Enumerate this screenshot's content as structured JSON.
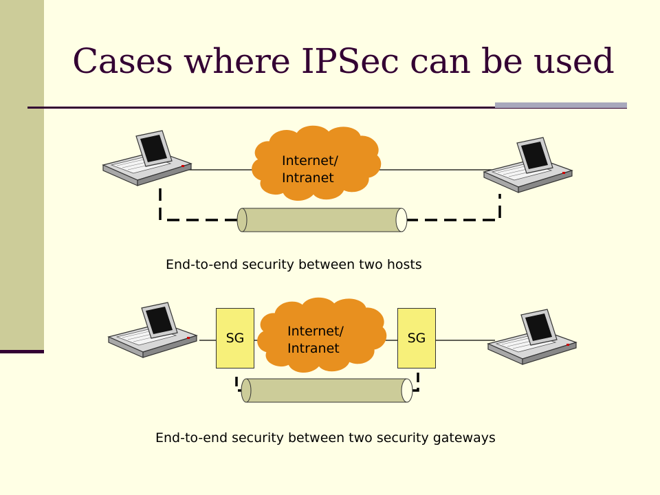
{
  "slide": {
    "title": "Cases where IPSec can be used"
  },
  "scenario_hosts": {
    "network_label_line1": "Internet/",
    "network_label_line2": "Intranet",
    "caption": "End-to-end security between two hosts"
  },
  "scenario_gateways": {
    "network_label_line1": "Internet/",
    "network_label_line2": "Intranet",
    "gateway_left_label": "SG",
    "gateway_right_label": "SG",
    "caption": "End-to-end security between two security gateways"
  },
  "colors": {
    "background": "#ffffe5",
    "sidebar": "#cccc99",
    "title": "#330033",
    "cloud": "#e8901f",
    "tunnel": "#cccc99",
    "gateway": "#f7f07a"
  },
  "icons": {
    "host": "laptop-icon",
    "network": "cloud-icon",
    "tunnel": "tunnel-pipe"
  }
}
